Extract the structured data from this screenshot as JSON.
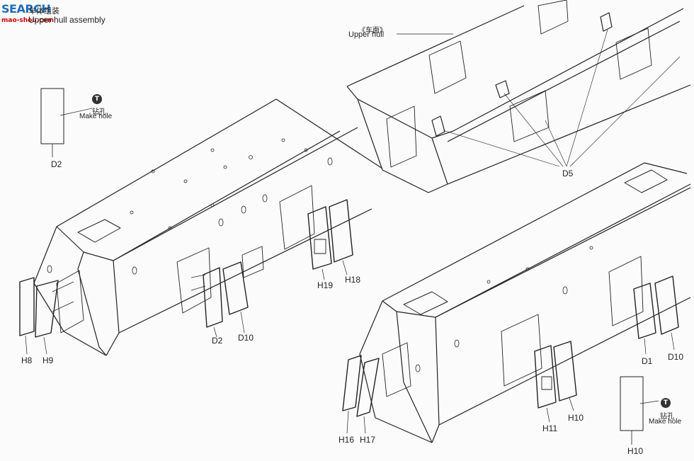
{
  "watermark": {
    "text": "SEARCH",
    "url": "mao-shou.com"
  },
  "section": {
    "title_cn": "车体组装",
    "title_en": "Upper hull assembly"
  },
  "callouts": {
    "upper_hull_cn": "《车面》",
    "upper_hull_en": "Upper hull",
    "make_hole_cn": "钻孔",
    "make_hole_en": "Make hole",
    "tool_icon": "T"
  },
  "parts": {
    "d2_top": "D2",
    "d5": "D5",
    "h8": "H8",
    "h9": "H9",
    "d2": "D2",
    "d10_left": "D10",
    "h19": "H19",
    "h18": "H18",
    "h16": "H16",
    "h17": "H17",
    "h11": "H11",
    "h10_mid": "H10",
    "d1": "D1",
    "d10_right": "D10",
    "h10_bottom": "H10"
  }
}
